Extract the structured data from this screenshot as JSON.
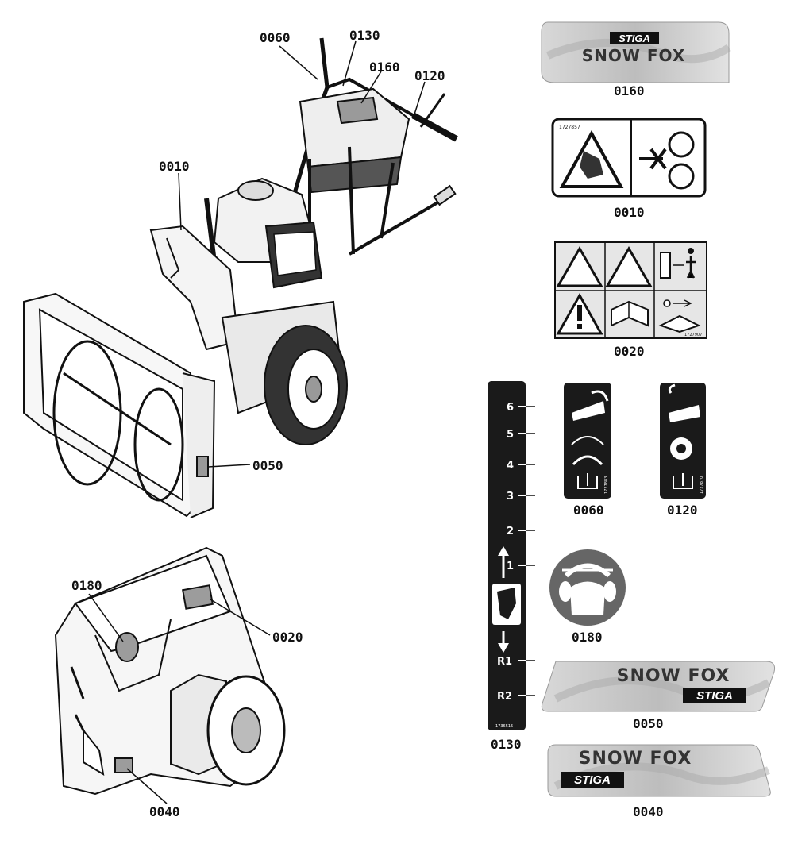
{
  "callouts": {
    "c0060": "0060",
    "c0130": "0130",
    "c0160": "0160",
    "c0120": "0120",
    "c0010": "0010",
    "c0050": "0050",
    "c0180": "0180",
    "c0020": "0020",
    "c0040": "0040"
  },
  "decals": {
    "d0160": {
      "part": "0160",
      "brand": "STIGA",
      "product": "SNOW FOX"
    },
    "d0010": {
      "part": "0010",
      "code": "1727857"
    },
    "d0020": {
      "part": "0020",
      "code": "1727907"
    },
    "d0130": {
      "part": "0130",
      "code": "1736515",
      "marks": [
        "6",
        "5",
        "4",
        "3",
        "2",
        "1",
        "R1",
        "R2"
      ]
    },
    "d0060": {
      "part": "0060",
      "code": "1727883"
    },
    "d0120": {
      "part": "0120",
      "code": "1727870"
    },
    "d0180": {
      "part": "0180"
    },
    "d0050": {
      "part": "0050",
      "brand": "STIGA",
      "product": "SNOW FOX"
    },
    "d0040": {
      "part": "0040",
      "brand": "STIGA",
      "product": "SNOW FOX"
    }
  },
  "colors": {
    "ink": "#111111",
    "decal_grey": "#cfcfcf",
    "decal_dark": "#1a1a1a"
  }
}
